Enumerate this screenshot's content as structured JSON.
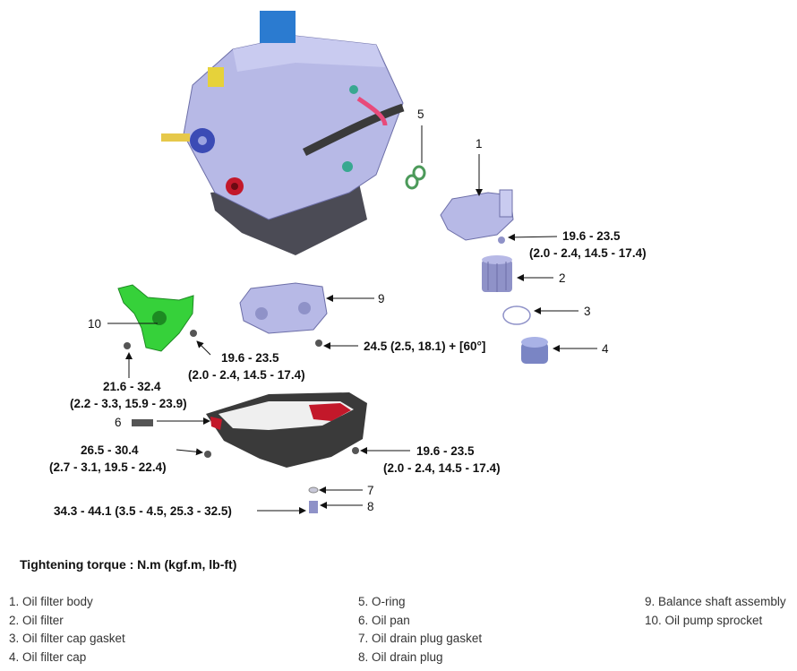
{
  "torque_heading": "Tightening torque : N.m (kgf.m, lb-ft)",
  "callouts": {
    "c1": "1",
    "c2": "2",
    "c3": "3",
    "c4": "4",
    "c5": "5",
    "c6": "6",
    "c7": "7",
    "c8": "8",
    "c9": "9",
    "c10": "10"
  },
  "torques": {
    "filter_body_line1": "19.6 - 23.5",
    "filter_body_line2": "(2.0 - 2.4, 14.5 - 17.4)",
    "balance_shaft": "24.5 (2.5, 18.1) + [60°]",
    "sprocket_right_line1": "19.6 - 23.5",
    "sprocket_right_line2": "(2.0 - 2.4, 14.5 - 17.4)",
    "sprocket_left_line1": "21.6 - 32.4",
    "sprocket_left_line2": "(2.2 - 3.3, 15.9 - 23.9)",
    "oil_pan_left_line1": "26.5 - 30.4",
    "oil_pan_left_line2": "(2.7 - 3.1, 19.5 - 22.4)",
    "oil_pan_right_line1": "19.6 - 23.5",
    "oil_pan_right_line2": "(2.0 - 2.4, 14.5 - 17.4)",
    "drain_plug": "34.3 - 44.1 (3.5 - 4.5, 25.3 - 32.5)"
  },
  "legend": {
    "col1": [
      "1. Oil filter body",
      "2. Oil filter",
      "3. Oil filter cap gasket",
      "4. Oil filter cap"
    ],
    "col2": [
      "5. O-ring",
      "6. Oil pan",
      "7. Oil drain plug gasket",
      "8. Oil drain plug"
    ],
    "col3": [
      "9. Balance shaft assembly",
      "10. Oil pump sprocket"
    ]
  },
  "colors": {
    "engine": "#b7b9e6",
    "sprocket": "#36d13a",
    "oil_pan": "#3a3a3a",
    "oil_pan_red": "#c3182a",
    "label_text": "#111111"
  }
}
